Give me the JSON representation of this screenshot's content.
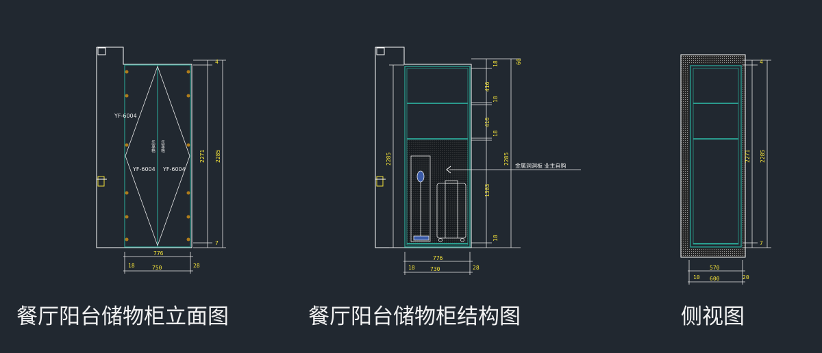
{
  "titles": {
    "elevation": "餐厅阳台储物柜立面图",
    "structure": "餐厅阳台储物柜结构图",
    "side": "侧视图"
  },
  "elevation": {
    "door_label_1": "YF-6004",
    "door_label_2": "YF-6004",
    "door_label_3": "YF-6004",
    "vertical_note_left": "乐享格",
    "vertical_note_right": "乐享格",
    "dim_top": "4",
    "dim_bottom": "7",
    "dim_mid": "2271",
    "dim_total": "2285",
    "dim_width": "776",
    "dim_width_inner": "750",
    "dim_left_edge": "18",
    "dim_right_edge": "28"
  },
  "structure": {
    "note": "金属洞洞板 业主自购",
    "dim_left_total": "2285",
    "dim_right_total": "2285",
    "dim_top_a": "18",
    "dim_top_b": "60",
    "dim_shelf_1": "416",
    "dim_board_1": "18",
    "dim_shelf_2": "416",
    "dim_board_2": "18",
    "dim_lower": "1383",
    "dim_base": "18",
    "dim_width": "776",
    "dim_width_inner": "730",
    "dim_left_edge": "18",
    "dim_right_edge": "28"
  },
  "side": {
    "dim_top": "4",
    "dim_bottom": "7",
    "dim_mid": "2271",
    "dim_total": "2285",
    "dim_width": "570",
    "dim_total_width": "600",
    "dim_left": "10",
    "dim_right": "20"
  },
  "colors": {
    "background": "#212830",
    "outline": "#ffffff",
    "cabinet": "#2a9a8c",
    "dimension": "#f2e13a",
    "hinge": "#b07c1a"
  }
}
